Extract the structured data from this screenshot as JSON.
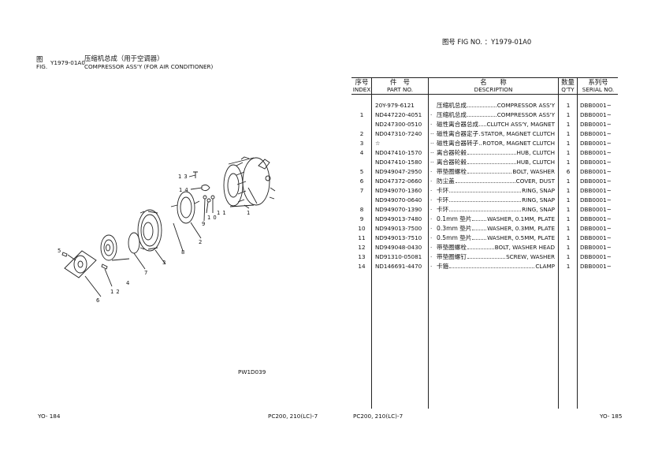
{
  "left_page": {
    "fig_label_cn": "图",
    "fig_label_en": "FIG.",
    "fig_no": "Y1979-01A0",
    "title_cn": "压缩机总成（用于空调器）",
    "title_en": "COMPRESSOR ASS'Y (FOR AIR CONDITIONER)",
    "drawing_code": "PW1D039",
    "page_no": "YO- 184",
    "model": "PC200, 210(LC)-7",
    "callouts": [
      "1",
      "2",
      "3",
      "4",
      "5",
      "6",
      "7",
      "8",
      "9",
      "10",
      "11",
      "12",
      "13",
      "14"
    ]
  },
  "right_page": {
    "fig_header": "图号 FIG NO. ：Y1979-01A0",
    "headers": {
      "index_cn": "序号",
      "index_en": "INDEX",
      "part_cn": "件　号",
      "part_en": "PART NO.",
      "desc_cn": "名　　称",
      "desc_en": "DESCRIPTION",
      "qty_cn": "数量",
      "qty_en": "Q'TY",
      "serial_cn": "系列号",
      "serial_en": "SERIAL NO."
    },
    "rows": [
      {
        "index": "",
        "part": "20Y-979-6121",
        "name": "压缩机总成",
        "desc": "COMPRESSOR ASS'Y",
        "qty": "1",
        "serial": "DBB0001~",
        "indent": ""
      },
      {
        "index": "1",
        "part": "ND447220-4051",
        "name": "压缩机总成",
        "desc": "COMPRESSOR ASS'Y",
        "qty": "1",
        "serial": "DBB0001~",
        "indent": "·"
      },
      {
        "index": "",
        "part": "ND247300-0510",
        "name": "磁性离合器总成",
        "desc": "CLUTCH ASS'Y, MAGNET",
        "qty": "1",
        "serial": "DBB0001~",
        "indent": "·"
      },
      {
        "index": "2",
        "part": "ND047310-7240",
        "name": "磁性离合器定子",
        "desc": "STATOR, MAGNET CLUTCH",
        "qty": "1",
        "serial": "DBB0001~",
        "indent": "··"
      },
      {
        "index": "3",
        "part": "☆",
        "name": "磁性离合器转子",
        "desc": "ROTOR, MAGNET CLUTCH",
        "qty": "1",
        "serial": "DBB0001~",
        "indent": "··"
      },
      {
        "index": "4",
        "part": "ND047410-1570",
        "name": "离合器轮毂",
        "desc": "HUB, CLUTCH",
        "qty": "1",
        "serial": "DBB0001~",
        "indent": "··"
      },
      {
        "index": "",
        "part": "ND047410-1580",
        "name": "离合器轮毂",
        "desc": "HUB, CLUTCH",
        "qty": "1",
        "serial": "DBB0001~",
        "indent": "··"
      },
      {
        "index": "5",
        "part": "ND949047-2950",
        "name": "带垫圈螺栓",
        "desc": "BOLT, WASHER",
        "qty": "6",
        "serial": "DBB0001~",
        "indent": "·"
      },
      {
        "index": "6",
        "part": "ND047372-0660",
        "name": "防尘盖",
        "desc": "COVER, DUST",
        "qty": "1",
        "serial": "DBB0001~",
        "indent": "·"
      },
      {
        "index": "7",
        "part": "ND949070-1360",
        "name": "卡环",
        "desc": "RING, SNAP",
        "qty": "1",
        "serial": "DBB0001~",
        "indent": "·"
      },
      {
        "index": "",
        "part": "ND949070-0640",
        "name": "卡环",
        "desc": "RING, SNAP",
        "qty": "1",
        "serial": "DBB0001~",
        "indent": "·"
      },
      {
        "index": "8",
        "part": "ND949070-1390",
        "name": "卡环",
        "desc": "RING, SNAP",
        "qty": "1",
        "serial": "DBB0001~",
        "indent": "·"
      },
      {
        "index": "9",
        "part": "ND949013-7480",
        "name": "0.1mm 垫片",
        "desc": "WASHER, 0.1MM, PLATE",
        "qty": "1",
        "serial": "DBB0001~",
        "indent": "·"
      },
      {
        "index": "10",
        "part": "ND949013-7500",
        "name": "0.3mm 垫片",
        "desc": "WASHER, 0.3MM, PLATE",
        "qty": "1",
        "serial": "DBB0001~",
        "indent": "·"
      },
      {
        "index": "11",
        "part": "ND949013-7510",
        "name": "0.5mm 垫片",
        "desc": "WASHER, 0.5MM, PLATE",
        "qty": "1",
        "serial": "DBB0001~",
        "indent": "·"
      },
      {
        "index": "12",
        "part": "ND949048-0430",
        "name": "带垫圈螺栓",
        "desc": "BOLT, WASHER HEAD",
        "qty": "1",
        "serial": "DBB0001~",
        "indent": "·"
      },
      {
        "index": "13",
        "part": "ND91310-05081",
        "name": "带垫圈螺钉",
        "desc": "SCREW, WASHER",
        "qty": "1",
        "serial": "DBB0001~",
        "indent": "·"
      },
      {
        "index": "14",
        "part": "ND146691-4470",
        "name": "卡箍",
        "desc": "CLAMP",
        "qty": "1",
        "serial": "DBB0001~",
        "indent": "·"
      }
    ],
    "model": "PC200, 210(LC)-7",
    "page_no": "YO- 185"
  }
}
